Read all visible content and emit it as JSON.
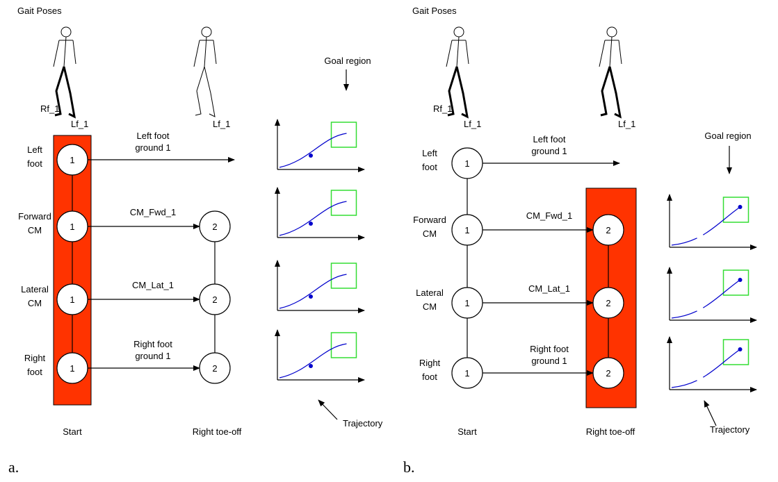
{
  "panel_a": {
    "title": "Gait Poses",
    "pose_labels": [
      "Rf_1",
      "Lf_1",
      "Lf_1"
    ],
    "rows": [
      "Left|foot",
      "Forward|CM",
      "Lateral|CM",
      "Right|foot"
    ],
    "start_node": "1",
    "next_node": "2",
    "edges": [
      "Left foot|ground 1",
      "CM_Fwd_1",
      "CM_Lat_1",
      "Right foot|ground 1"
    ],
    "col_start": "Start",
    "col_next": "Right toe-off",
    "goal_label": "Goal region",
    "trajectory_label": "Trajectory",
    "caption": "a."
  },
  "panel_b": {
    "title": "Gait Poses",
    "pose_labels": [
      "Rf_1",
      "Lf_1",
      "Lf_1"
    ],
    "rows": [
      "Left|foot",
      "Forward|CM",
      "Lateral|CM",
      "Right|foot"
    ],
    "start_node": "1",
    "next_node": "2",
    "edges": [
      "Left foot|ground 1",
      "CM_Fwd_1",
      "CM_Lat_1",
      "Right foot|ground 1"
    ],
    "col_start": "Start",
    "col_next": "Right toe-off",
    "goal_label": "Goal region",
    "trajectory_label": "Trajectory",
    "caption": "b."
  },
  "colors": {
    "highlight": "#ff3300",
    "goal_box": "#33dd33",
    "trajectory": "#0000cc"
  }
}
